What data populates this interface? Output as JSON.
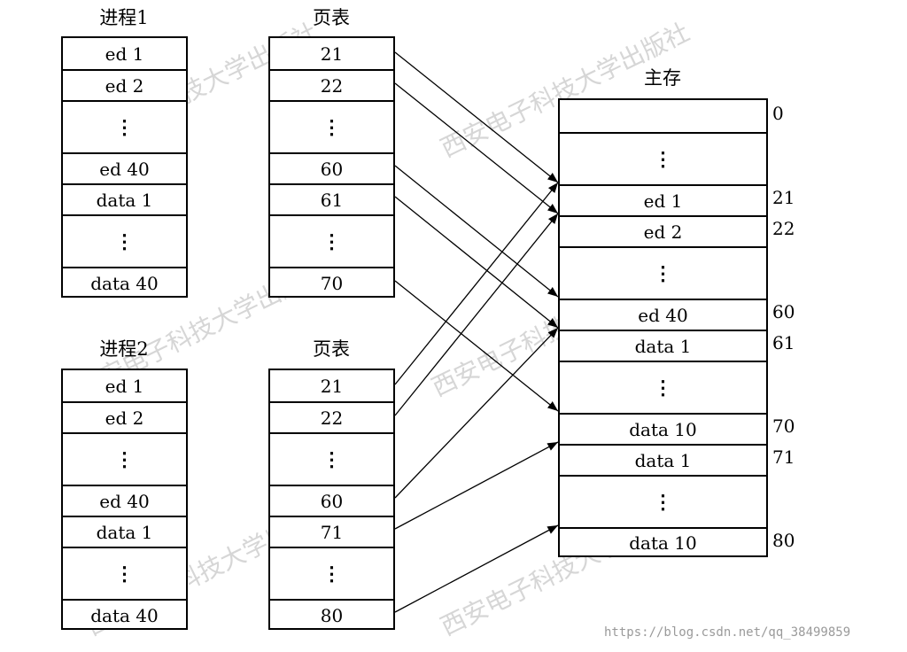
{
  "process1": {
    "title": "进程1",
    "rows": [
      "ed 1",
      "ed 2",
      "⋮",
      "ed 40",
      "data 1",
      "⋮",
      "data 40"
    ]
  },
  "pagetable1": {
    "title": "页表",
    "rows": [
      "21",
      "22",
      "⋮",
      "60",
      "61",
      "⋮",
      "70"
    ]
  },
  "process2": {
    "title": "进程2",
    "rows": [
      "ed 1",
      "ed 2",
      "⋮",
      "ed 40",
      "data 1",
      "⋮",
      "data 40"
    ]
  },
  "pagetable2": {
    "title": "页表",
    "rows": [
      "21",
      "22",
      "⋮",
      "60",
      "71",
      "⋮",
      "80"
    ]
  },
  "memory": {
    "title": "主存",
    "rows": [
      "",
      "⋮",
      "ed 1",
      "ed 2",
      "⋮",
      "ed 40",
      "data 1",
      "⋮",
      "data 10",
      "data 1",
      "⋮",
      "data 10"
    ],
    "addresses": [
      "0",
      "21",
      "22",
      "60",
      "61",
      "70",
      "71",
      "80"
    ]
  },
  "watermark_text": "西安电子科技大学出版社",
  "source_url": "https://blog.csdn.net/qq_38499859"
}
